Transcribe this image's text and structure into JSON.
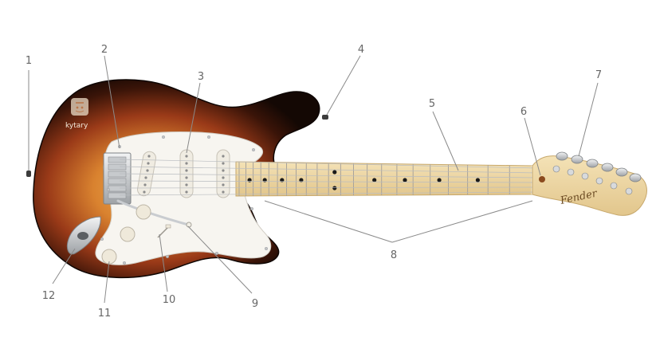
{
  "diagram": {
    "watermark": {
      "text": "kytary"
    },
    "headstock": {
      "brand": "Fender"
    },
    "labels": [
      "1",
      "2",
      "3",
      "4",
      "5",
      "6",
      "7",
      "8",
      "9",
      "10",
      "11",
      "12"
    ],
    "colors": {
      "burst_center": "#e8a24c",
      "burst_mid": "#a8401e",
      "burst_edge": "#1c0d06",
      "pickguard": "#f7f5f0",
      "maple": "#ecd7a6",
      "fret_marker": "#1a1a1a",
      "chrome": "#d6d8da"
    }
  }
}
